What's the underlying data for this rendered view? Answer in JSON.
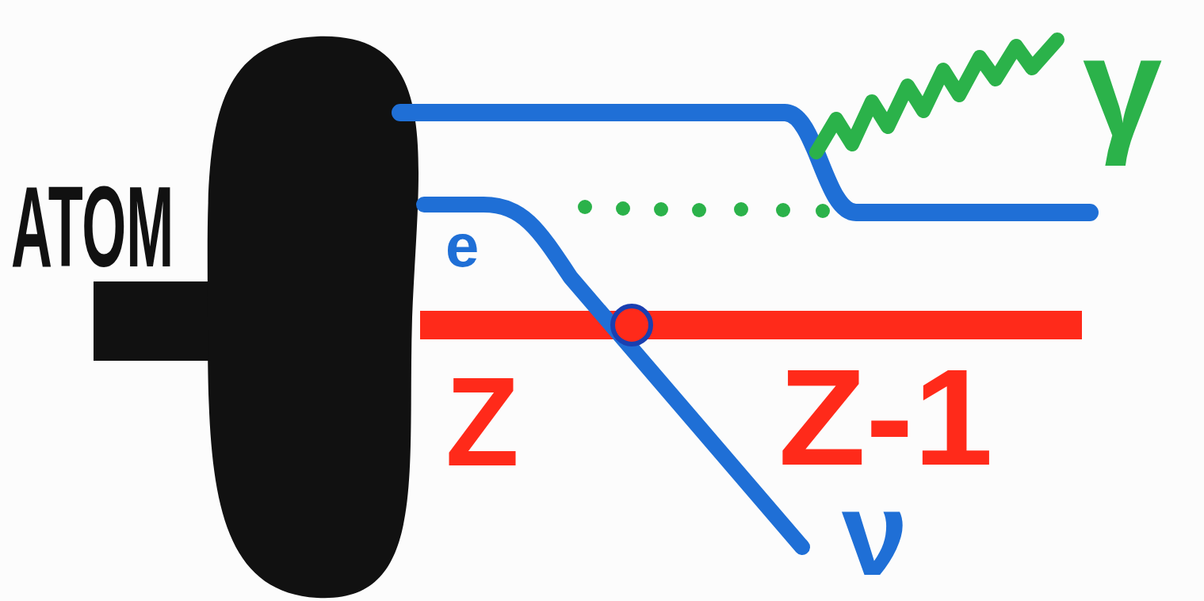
{
  "diagram": {
    "labels": [
      "ATOM",
      "e",
      "Z",
      "Z-1",
      "ν",
      "γ"
    ]
  }
}
